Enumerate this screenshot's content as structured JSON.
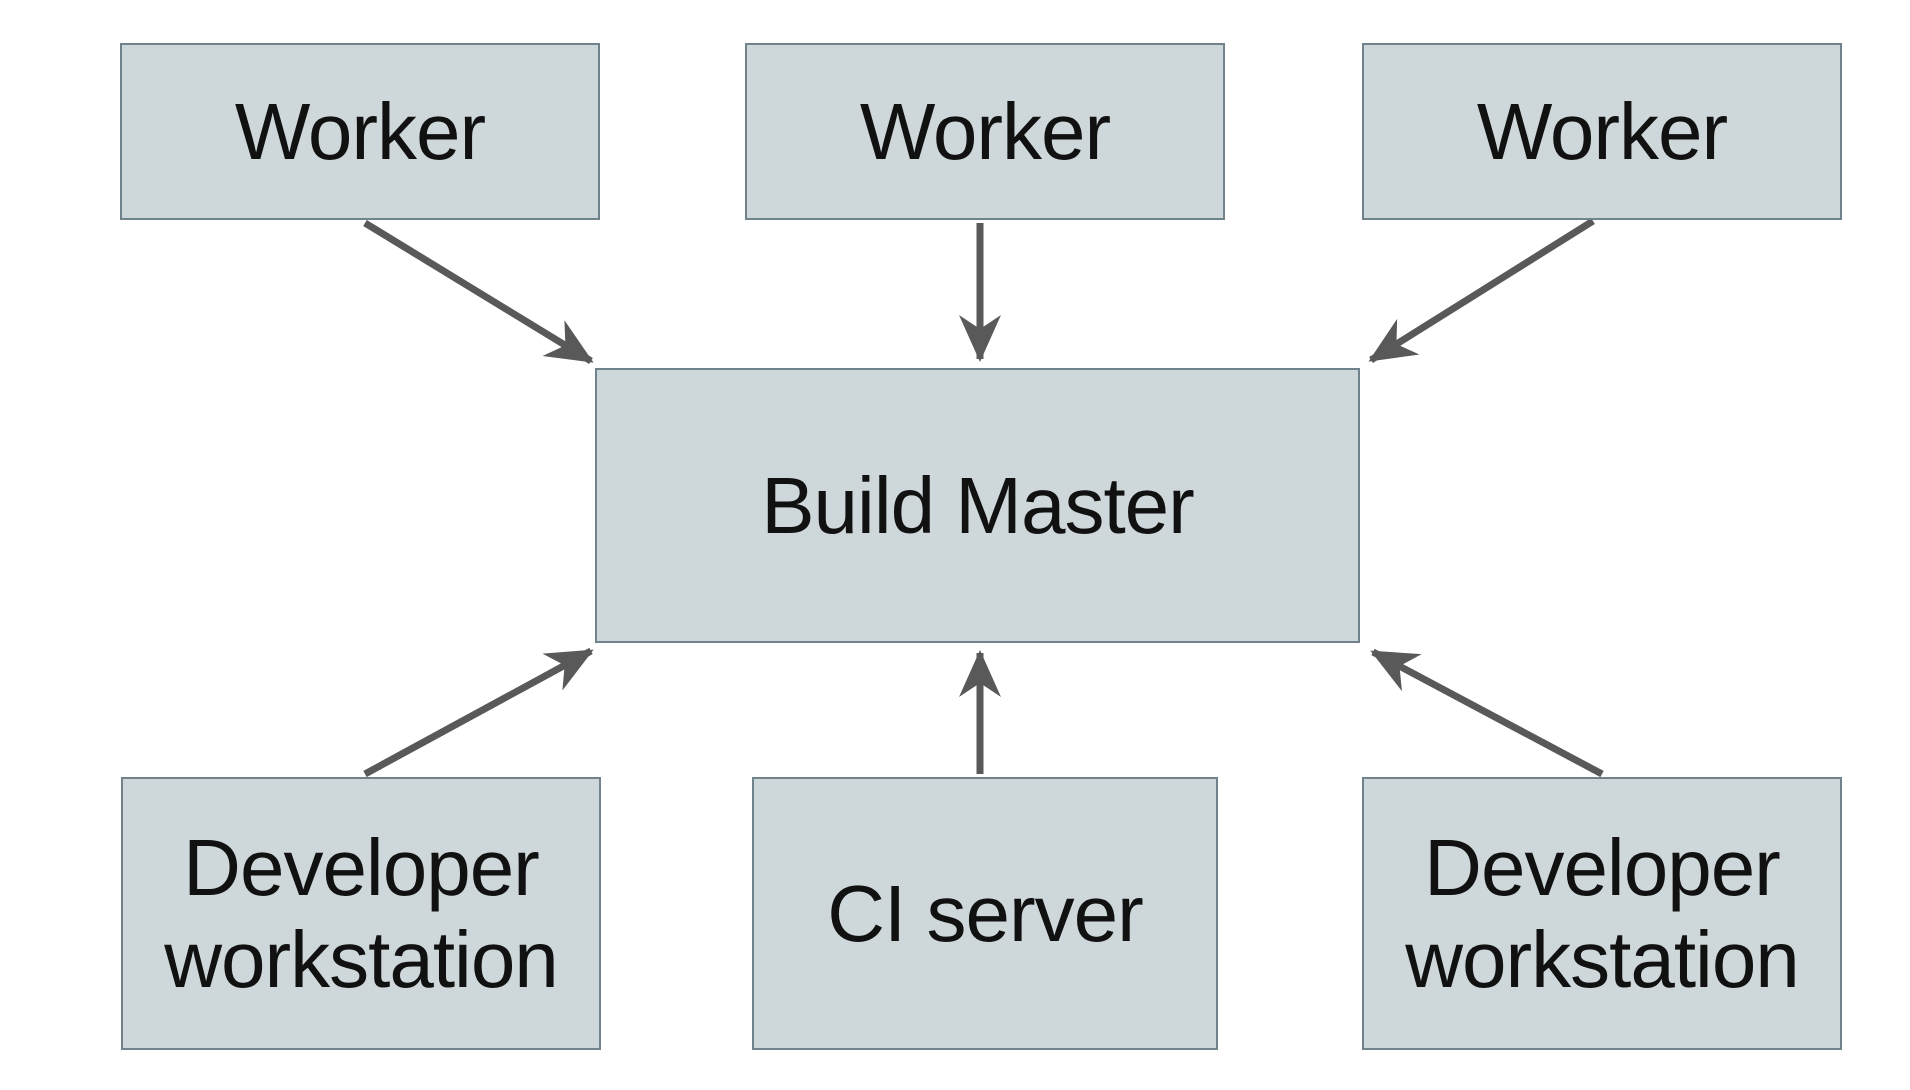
{
  "diagram": {
    "background_color": "#ffffff",
    "node_fill_color": "#ced7da",
    "node_border_color": "#70828c",
    "arrow_color": "#595959",
    "text_color": "#111111",
    "nodes": {
      "worker_1": {
        "label": "Worker"
      },
      "worker_2": {
        "label": "Worker"
      },
      "worker_3": {
        "label": "Worker"
      },
      "build_master": {
        "label": "Build Master"
      },
      "developer_workstation_left": {
        "label": "Developer workstation"
      },
      "ci_server": {
        "label": "CI server"
      },
      "developer_workstation_right": {
        "label": "Developer workstation"
      }
    },
    "edges": [
      {
        "from": "worker_1",
        "to": "build_master"
      },
      {
        "from": "worker_2",
        "to": "build_master"
      },
      {
        "from": "worker_3",
        "to": "build_master"
      },
      {
        "from": "developer_workstation_left",
        "to": "build_master"
      },
      {
        "from": "ci_server",
        "to": "build_master"
      },
      {
        "from": "developer_workstation_right",
        "to": "build_master"
      }
    ]
  }
}
